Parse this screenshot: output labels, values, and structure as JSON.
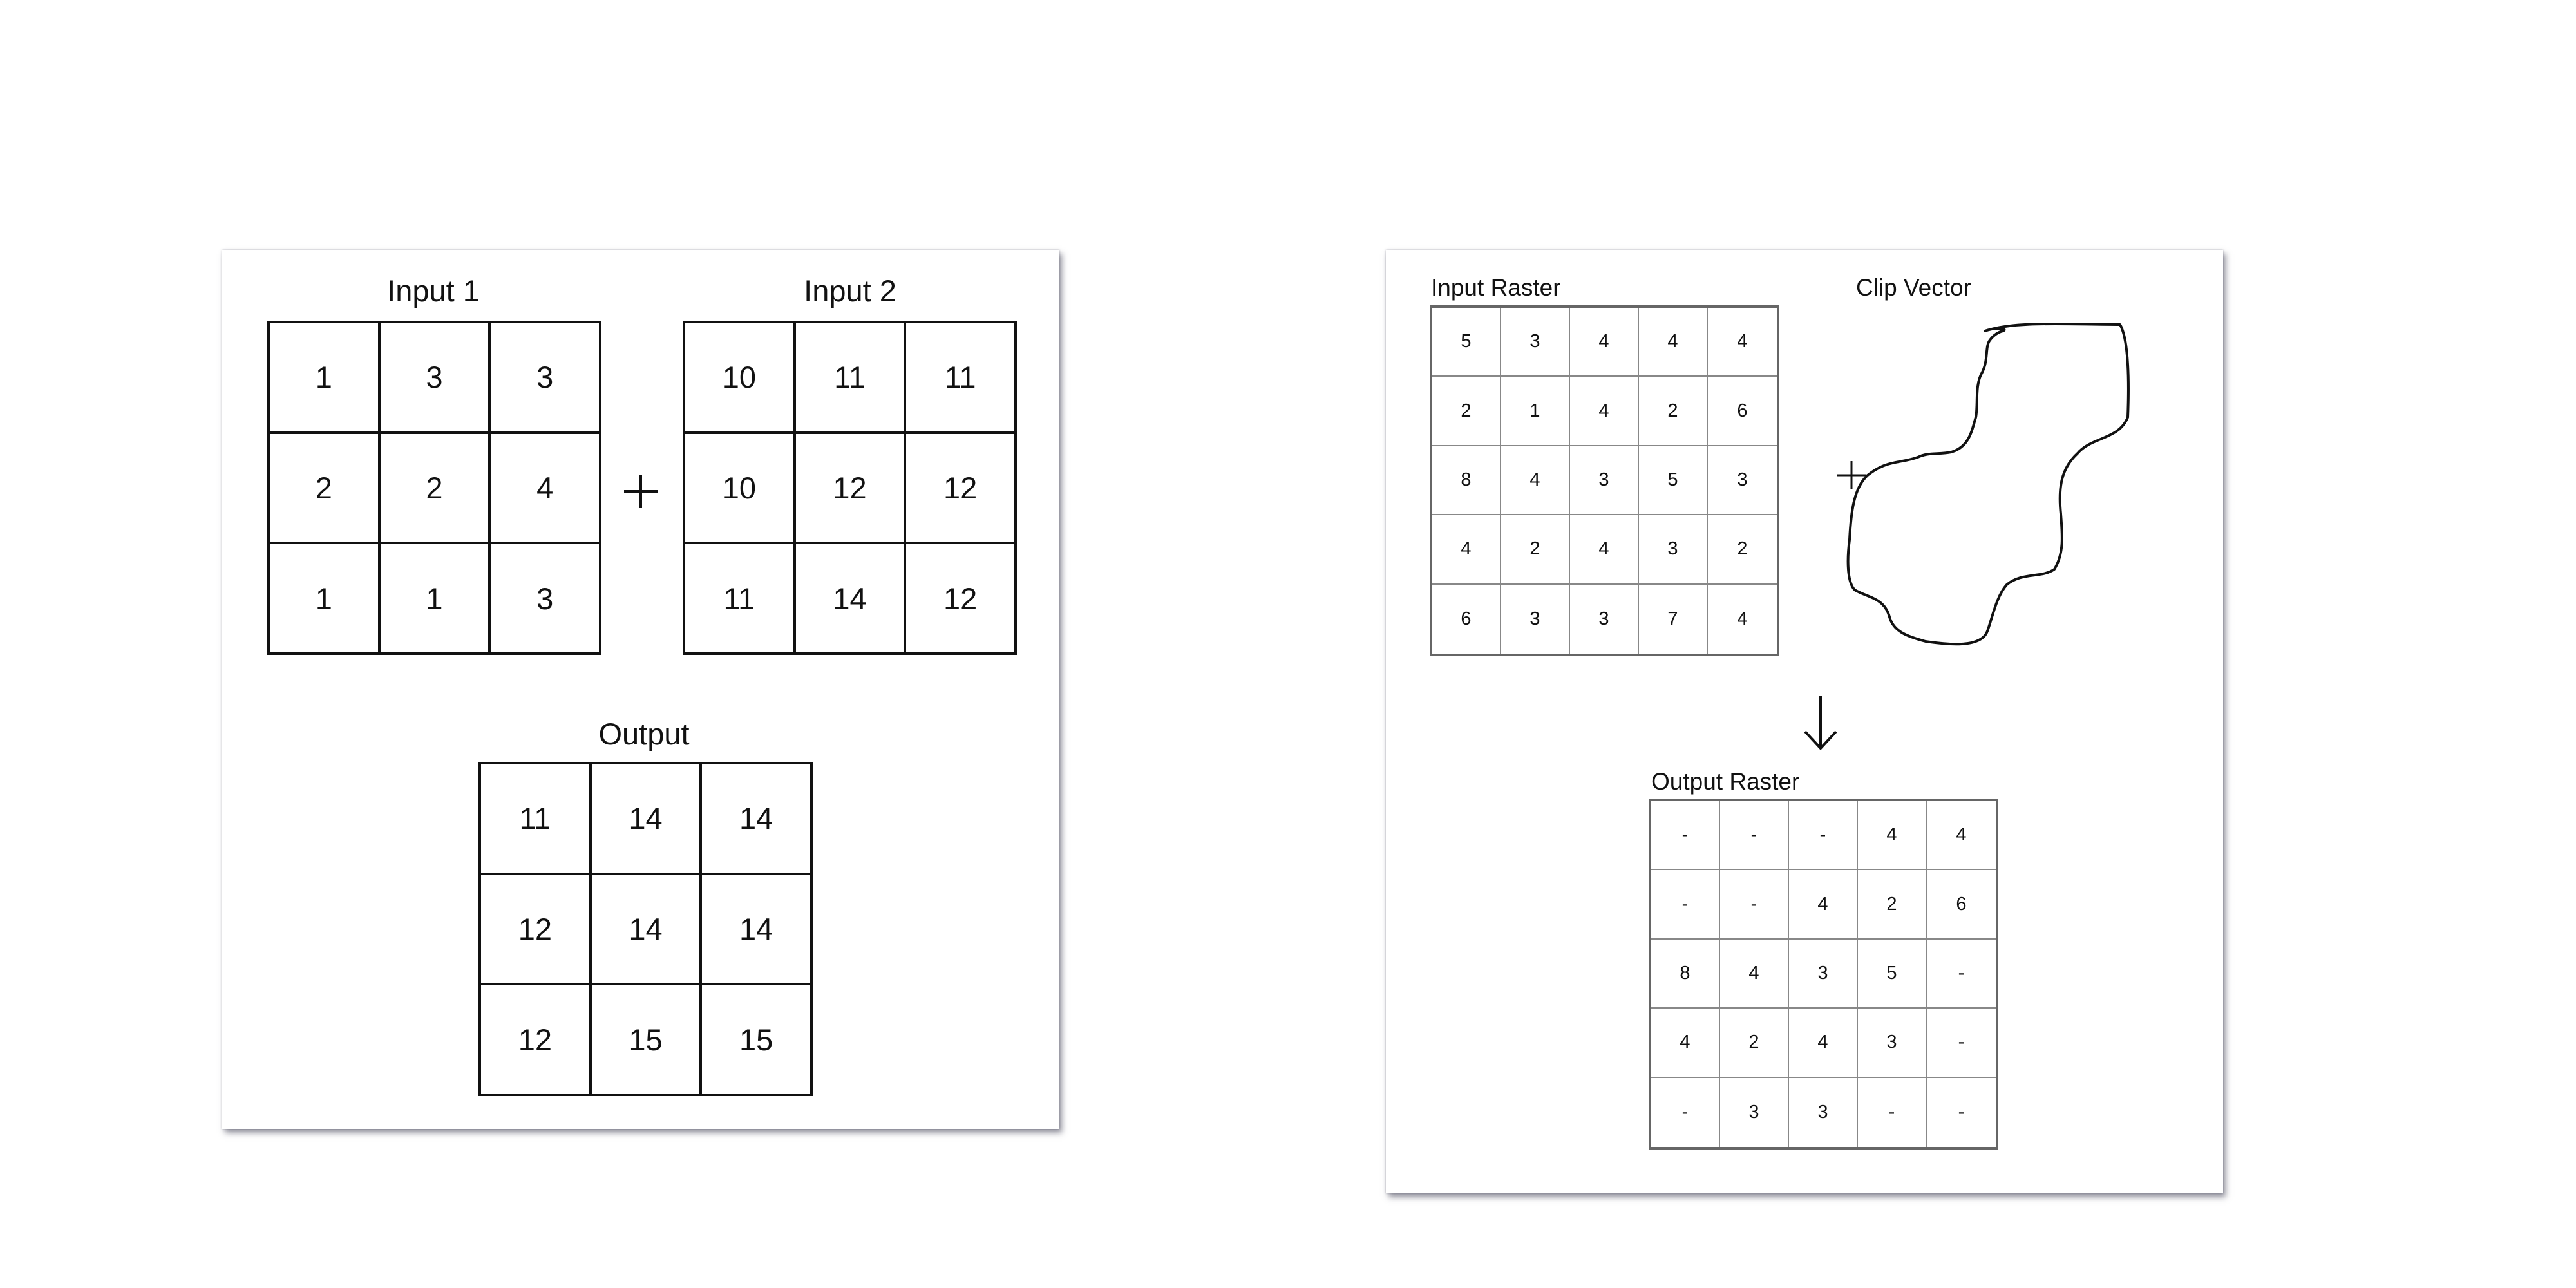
{
  "addition_example": {
    "input1": {
      "title": "Input 1",
      "cells": [
        "1",
        "3",
        "3",
        "2",
        "2",
        "4",
        "1",
        "1",
        "3"
      ]
    },
    "input2": {
      "title": "Input 2",
      "cells": [
        "10",
        "11",
        "11",
        "10",
        "12",
        "12",
        "11",
        "14",
        "12"
      ]
    },
    "output": {
      "title": "Output",
      "cells": [
        "11",
        "14",
        "14",
        "12",
        "14",
        "14",
        "12",
        "15",
        "15"
      ]
    }
  },
  "clip_example": {
    "input_raster": {
      "title": "Input Raster",
      "cells": [
        "5",
        "3",
        "4",
        "4",
        "4",
        "2",
        "1",
        "4",
        "2",
        "6",
        "8",
        "4",
        "3",
        "5",
        "3",
        "4",
        "2",
        "4",
        "3",
        "2",
        "6",
        "3",
        "3",
        "7",
        "4"
      ]
    },
    "clip_vector": {
      "title": "Clip Vector"
    },
    "output_raster": {
      "title": "Output Raster",
      "cells": [
        "-",
        "-",
        "-",
        "4",
        "4",
        "-",
        "-",
        "4",
        "2",
        "6",
        "8",
        "4",
        "3",
        "5",
        "-",
        "4",
        "2",
        "4",
        "3",
        "-",
        "-",
        "3",
        "3",
        "-",
        "-"
      ]
    }
  },
  "icons": {
    "plus": "plus-icon",
    "arrow": "down-arrow-icon"
  }
}
